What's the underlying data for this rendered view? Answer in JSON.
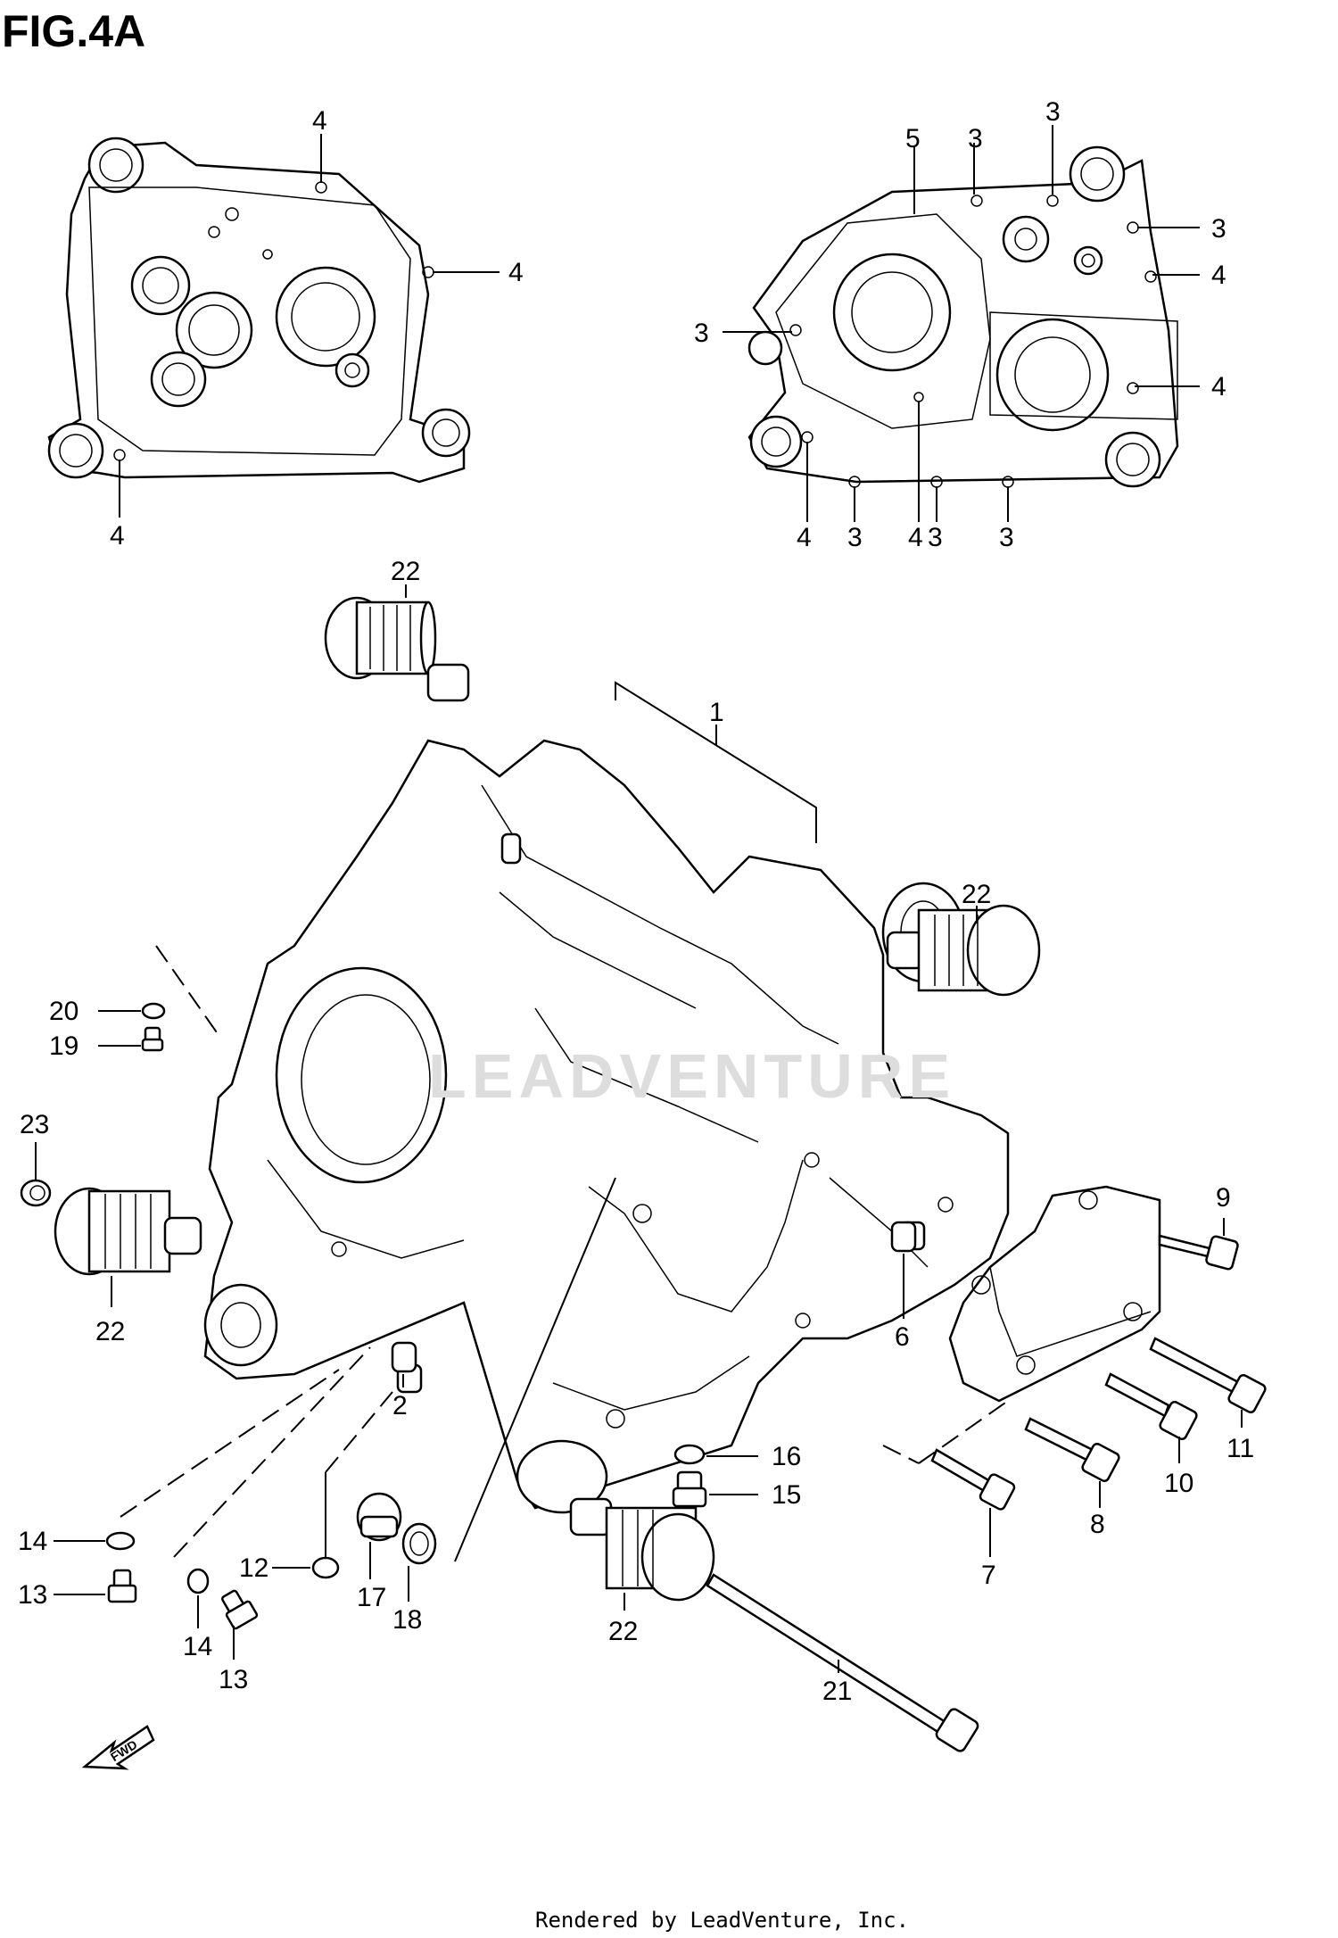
{
  "figure": {
    "title": "FIG.4A",
    "footer": "Rendered by LeadVenture, Inc.",
    "watermark": "LEADVENTURE",
    "fwd_label": "FWD"
  },
  "callouts": {
    "top_left": [
      "4",
      "4",
      "4"
    ],
    "top_right": [
      "3",
      "3",
      "3",
      "3",
      "4",
      "4",
      "5",
      "4",
      "3",
      "4",
      "3",
      "3"
    ],
    "main": [
      "1",
      "22",
      "22",
      "22",
      "22",
      "20",
      "19",
      "23",
      "9",
      "6",
      "2",
      "16",
      "15",
      "14",
      "13",
      "12",
      "17",
      "18",
      "14",
      "13",
      "11",
      "10",
      "8",
      "7",
      "21"
    ]
  }
}
